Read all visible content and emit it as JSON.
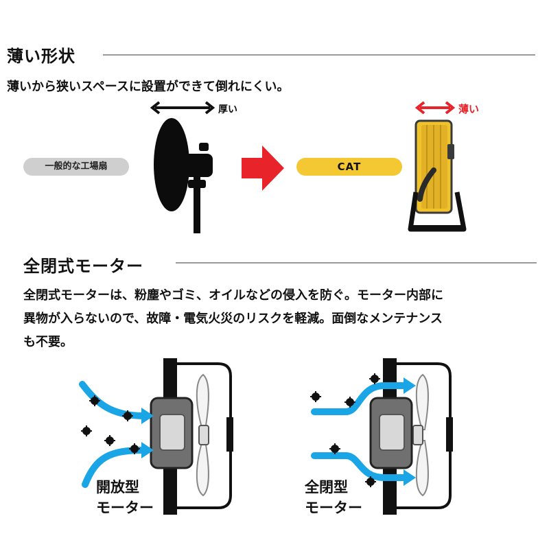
{
  "section1": {
    "heading": "薄い形状",
    "description": "薄いから狭いスペースに設置ができて倒れにくい。",
    "thick_label": "厚い",
    "thin_label": "薄い",
    "general_fan_label": "一般的な工場扇",
    "brand_label": "CAT"
  },
  "section2": {
    "heading": "全閉式モーター",
    "description_lines": [
      "全閉式モーターは、粉塵やゴミ、オイルなどの侵入を防ぐ。モーター内部に",
      "異物が入らないので、故障・電気火災のリスクを軽減。面倒なメンテナンス",
      "も不要。"
    ],
    "open_type": {
      "line1": "開放型",
      "line2": "モーター"
    },
    "closed_type": {
      "line1": "全閉型",
      "line2": "モーター"
    }
  },
  "colors": {
    "accent_red": "#e8232a",
    "brand_yellow": "#f4c832",
    "air_blue": "#1aa6e6",
    "rule_gray": "#9a9a9a"
  }
}
